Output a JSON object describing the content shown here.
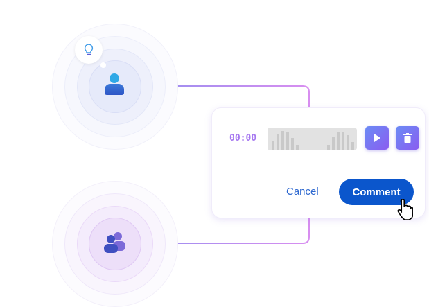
{
  "recorder": {
    "timer": "00:00"
  },
  "actions": {
    "cancel_label": "Cancel",
    "comment_label": "Comment"
  },
  "colors": {
    "accent": "#0b56cc",
    "purple": "#8a5cf0"
  }
}
